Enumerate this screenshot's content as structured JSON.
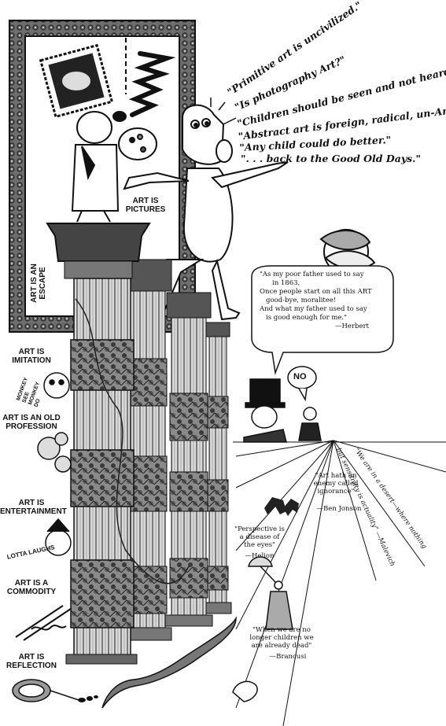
{
  "frame_labels": {
    "art_is_an_escape": "ART IS AN ESCAPE",
    "art_is_pictures": "ART IS PICTURES"
  },
  "left_labels": [
    "ART IS IMITATION",
    "ART IS AN OLD PROFESSION",
    "ART IS ENTERTAINMENT",
    "ART IS A COMMODITY",
    "ART IS REFLECTION"
  ],
  "side_captions": {
    "monkey": "MONKEY SEE MONKEY DO",
    "lotta": "LOTTA LAUGHS"
  },
  "shouted_quotes": [
    "\"Primitive art is uncivilized.\"",
    "\"Is photography Art?\"",
    "\"Children should be seen and not heard.\"",
    "\"Abstract art is foreign, radical, un-American.\"",
    "\"Any child could do better.\"",
    "\". . . back to the Good Old Days.\""
  ],
  "speech_bubble": {
    "lines": [
      "\"As my poor father used to say",
      "in 1863,",
      "Once people start on all this ART",
      "good-bye, moralitee!",
      "And what my father used to say",
      "is good enough for me.\""
    ],
    "attribution": "—Herbert"
  },
  "no_bubble": "NO",
  "ray_quotes": {
    "jonson": "\"Art hath an enemy called ignorance\"",
    "jonson_attr": "—Ben Jonson",
    "helion": "\"Perspective is a disease of the eyes\"",
    "helion_attr": "—Helion",
    "brancusi": "\"When we are no longer children we are already dead\"",
    "brancusi_attr": "—Brancusi",
    "desert": "\"We are in a desert—where nothing",
    "malevich": "but sensitivity is actuality\" —Malevich"
  }
}
